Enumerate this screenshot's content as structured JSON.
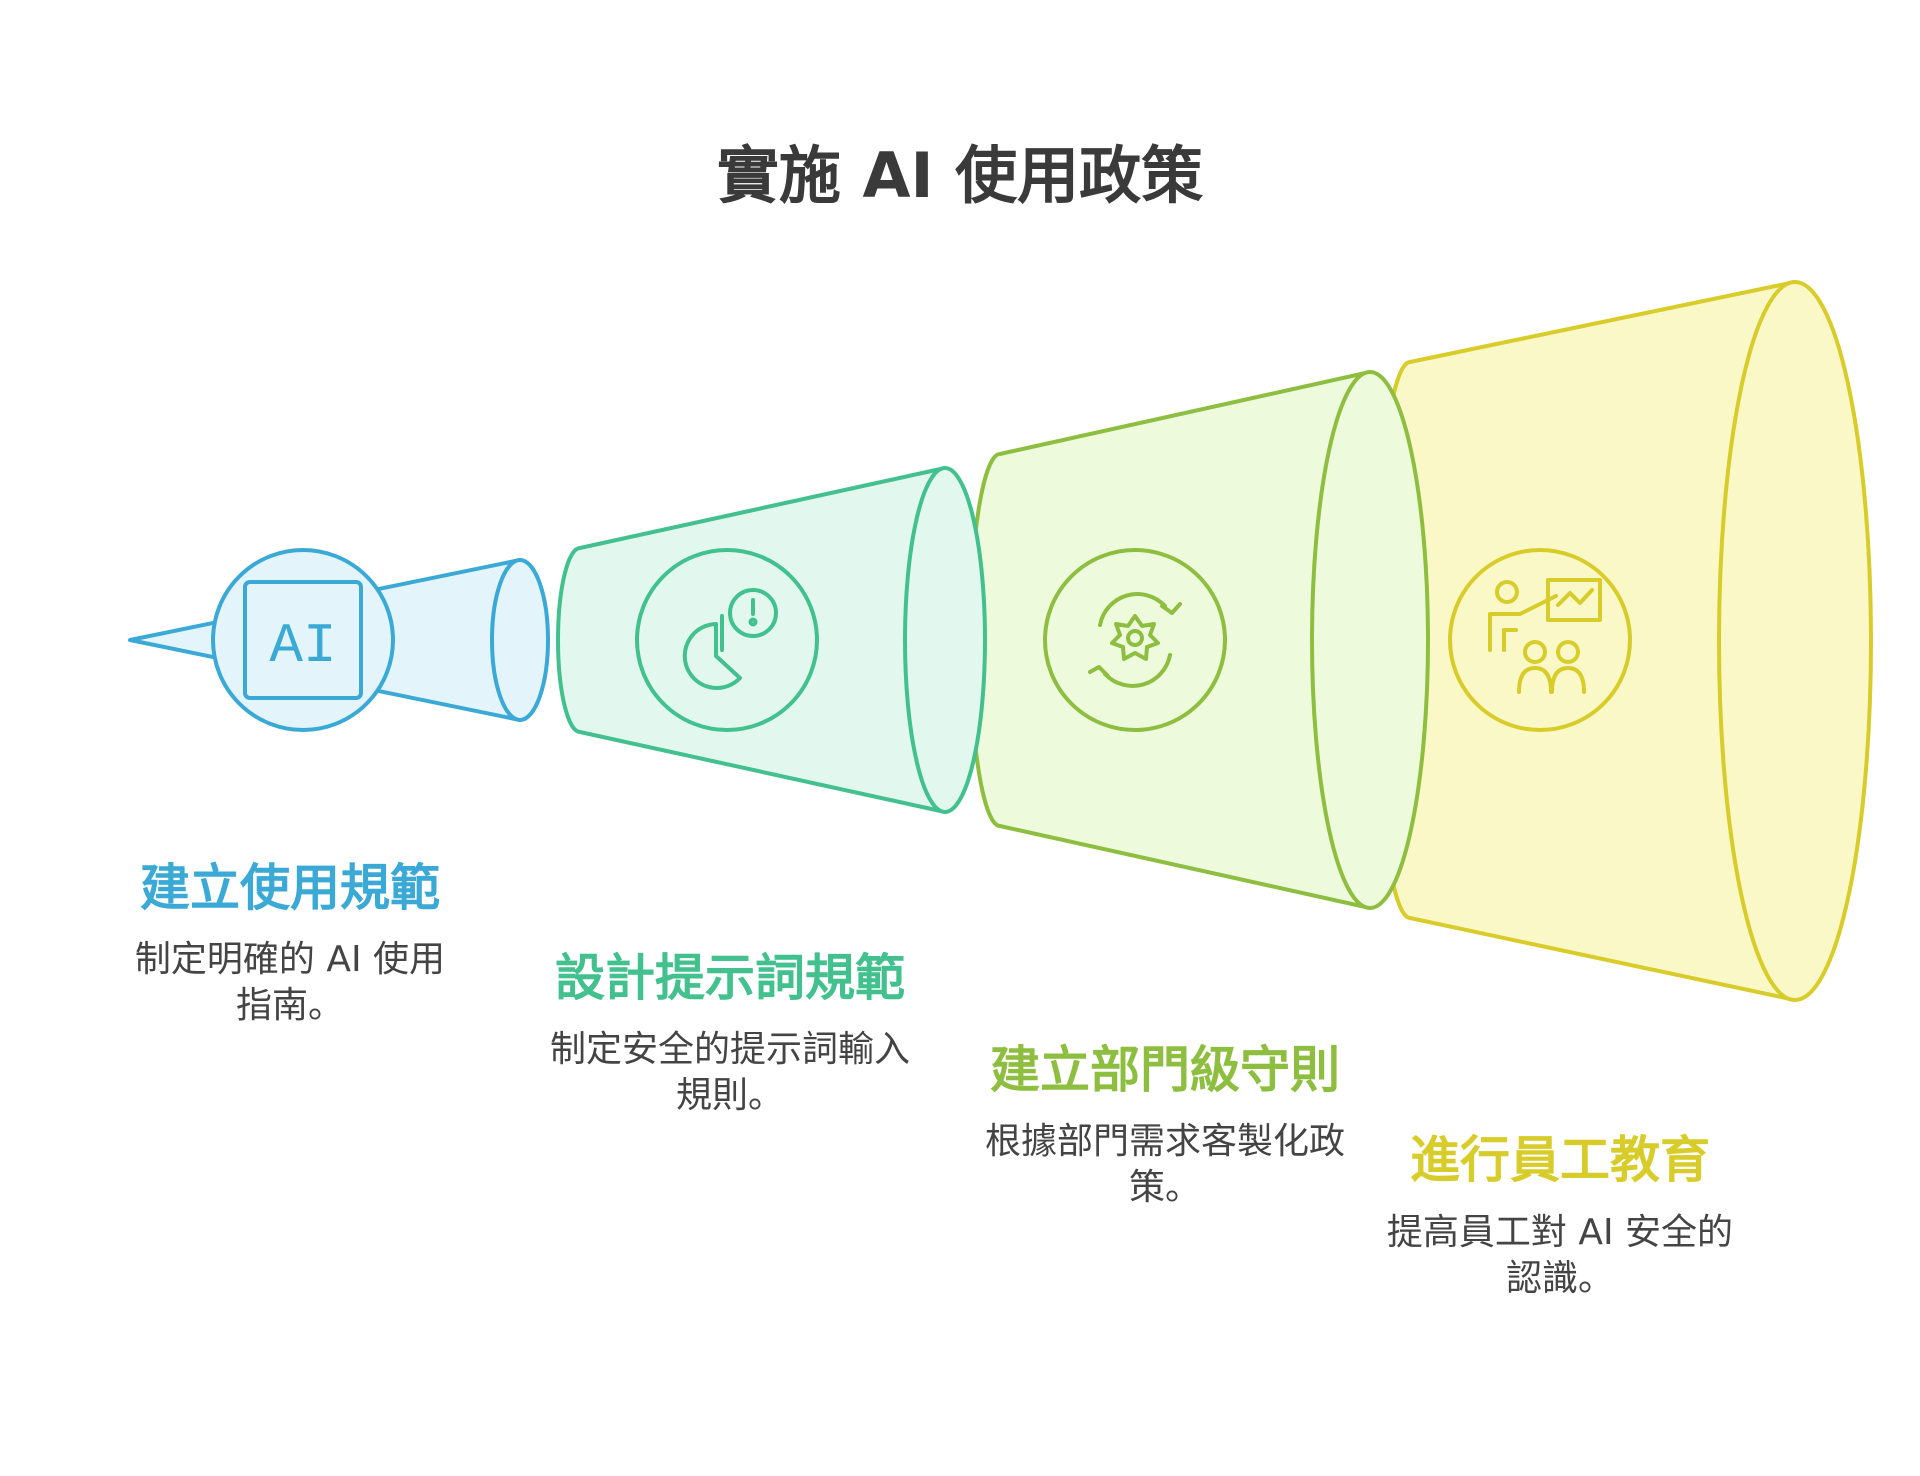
{
  "title": "實施 AI 使用政策",
  "colors": {
    "stage1": "#3aa9d6",
    "stage2": "#42c08e",
    "stage3": "#8ebe3f",
    "stage4": "#d8cc2a",
    "title": "#3a3a3a",
    "text": "#444444"
  },
  "steps": [
    {
      "title": "建立使用規範",
      "desc": "制定明確的 AI 使用指南。",
      "icon": "ai-chip-icon",
      "icon_text": "AI"
    },
    {
      "title": "設計提示詞規範",
      "desc": "制定安全的提示詞輸入規則。",
      "icon": "chart-alert-icon"
    },
    {
      "title": "建立部門級守則",
      "desc": "根據部門需求客製化政策。",
      "icon": "gear-cycle-icon"
    },
    {
      "title": "進行員工教育",
      "desc": "提高員工對 AI 安全的認識。",
      "icon": "training-presentation-icon"
    }
  ]
}
